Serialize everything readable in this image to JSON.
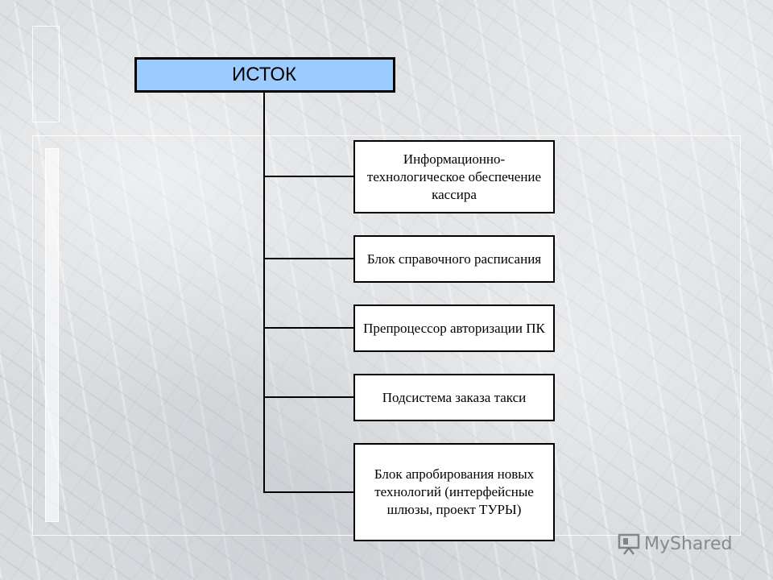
{
  "diagram": {
    "root": {
      "label": "ИСТОК"
    },
    "children": [
      {
        "label": "Информационно-технологическое обеспечение кассира"
      },
      {
        "label": "Блок справочного расписания"
      },
      {
        "label": "Препроцессор авторизации ПК"
      },
      {
        "label": "Подсистема заказа такси"
      },
      {
        "label": "Блок апробирования новых технологий (интерфейсные шлюзы, проект ТУРЫ)"
      }
    ],
    "colors": {
      "root_fill": "#9cccff",
      "box_fill": "#ffffff",
      "line": "#000000"
    }
  },
  "watermark": {
    "text": "MyShared",
    "icon": "presentation-icon"
  }
}
